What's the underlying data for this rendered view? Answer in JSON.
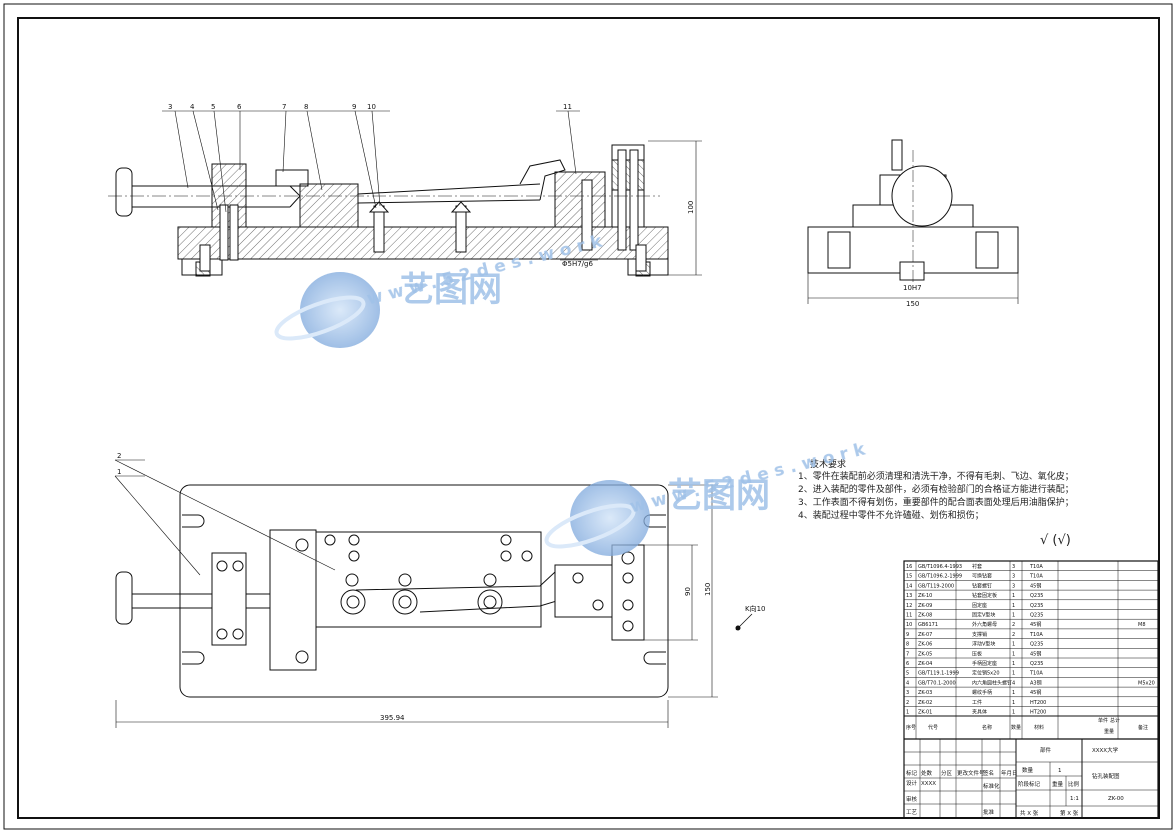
{
  "watermark": {
    "brand": "艺图网",
    "url": "w w w . 5 2 d e s . w o r k",
    "color": "#9fc1e8"
  },
  "balloons_front": [
    "3",
    "4",
    "5",
    "6",
    "7",
    "8",
    "9",
    "10",
    "11"
  ],
  "balloons_top": [
    "2",
    "1"
  ],
  "dims": {
    "height_front": "100",
    "bore_fit": "Φ5H7/g6",
    "side_width": "150",
    "side_slot": "10H7",
    "length_top": "395.94",
    "width_top_inner": "90",
    "width_top_outer": "150",
    "ref_note": "K向10"
  },
  "tech": {
    "title": "技术要求",
    "items": [
      "1、零件在装配前必须清理和清洗干净，不得有毛刺、飞边、氧化皮；",
      "2、进入装配的零件及部件，必须有检验部门的合格证方能进行装配；",
      "3、工作表面不得有划伤，重要部件的配合面表面处理后用油脂保护；",
      "4、装配过程中零件不允许磕碰、划伤和损伤；"
    ]
  },
  "roughness": "√  (√)",
  "bom": [
    {
      "no": "16",
      "code": "GB/T1096.4-1993",
      "name": "衬套",
      "qty": "3",
      "mat": "T10A",
      "note": ""
    },
    {
      "no": "15",
      "code": "GB/T1096.2-1999",
      "name": "可换钻套",
      "qty": "3",
      "mat": "T10A",
      "note": ""
    },
    {
      "no": "14",
      "code": "GB/T119-2000",
      "name": "钻套螺钉",
      "qty": "3",
      "mat": "45钢",
      "note": ""
    },
    {
      "no": "13",
      "code": "ZK-10",
      "name": "钻套固定板",
      "qty": "1",
      "mat": "Q235",
      "note": ""
    },
    {
      "no": "12",
      "code": "ZK-09",
      "name": "固定座",
      "qty": "1",
      "mat": "Q235",
      "note": ""
    },
    {
      "no": "11",
      "code": "ZK-08",
      "name": "固定V型块",
      "qty": "1",
      "mat": "Q235",
      "note": ""
    },
    {
      "no": "10",
      "code": "GB6171",
      "name": "外六角螺母",
      "qty": "2",
      "mat": "45钢",
      "note": "M8"
    },
    {
      "no": "9",
      "code": "ZK-07",
      "name": "支撑销",
      "qty": "2",
      "mat": "T10A",
      "note": ""
    },
    {
      "no": "8",
      "code": "ZK-06",
      "name": "浮动V型块",
      "qty": "1",
      "mat": "Q235",
      "note": ""
    },
    {
      "no": "7",
      "code": "ZK-05",
      "name": "压板",
      "qty": "1",
      "mat": "45钢",
      "note": ""
    },
    {
      "no": "6",
      "code": "ZK-04",
      "name": "手柄固定座",
      "qty": "1",
      "mat": "Q235",
      "note": ""
    },
    {
      "no": "5",
      "code": "GB/T119.1-1999",
      "name": "定位销5x20",
      "qty": "1",
      "mat": "T10A",
      "note": ""
    },
    {
      "no": "4",
      "code": "GB/T70.1-2000",
      "name": "内六角圆柱头螺钉",
      "qty": "4",
      "mat": "A3钢",
      "note": "M5x20"
    },
    {
      "no": "3",
      "code": "ZK-03",
      "name": "螺纹手柄",
      "qty": "1",
      "mat": "45钢",
      "note": ""
    },
    {
      "no": "2",
      "code": "ZK-02",
      "name": "工件",
      "qty": "1",
      "mat": "HT200",
      "note": ""
    },
    {
      "no": "1",
      "code": "ZK-01",
      "name": "夹具体",
      "qty": "1",
      "mat": "HT200",
      "note": ""
    }
  ],
  "bom_header": {
    "no": "序号",
    "code": "代号",
    "name": "名称",
    "qty": "数量",
    "mat": "材料",
    "single": "单件",
    "total": "总计",
    "weight": "重量",
    "note": "备注"
  },
  "title_block": {
    "school": "XXXX大学",
    "drawing_name": "钻孔装配图",
    "drawing_no": "ZK-00",
    "qty_label": "数量",
    "qty_value": "1",
    "stage_label": "阶段标记",
    "weight_label": "重量",
    "scale_label": "比例",
    "scale_value": "1:1",
    "sheet_total": "共 X 张",
    "sheet_no": "第 X 张",
    "rev_labels": [
      "标记",
      "处数",
      "分区",
      "更改文件号",
      "签名",
      "年月日"
    ],
    "role_labels": [
      "设计",
      "审核",
      "工艺",
      "标准化",
      "批准"
    ],
    "designer": "XXXX",
    "part_label": "部件"
  }
}
